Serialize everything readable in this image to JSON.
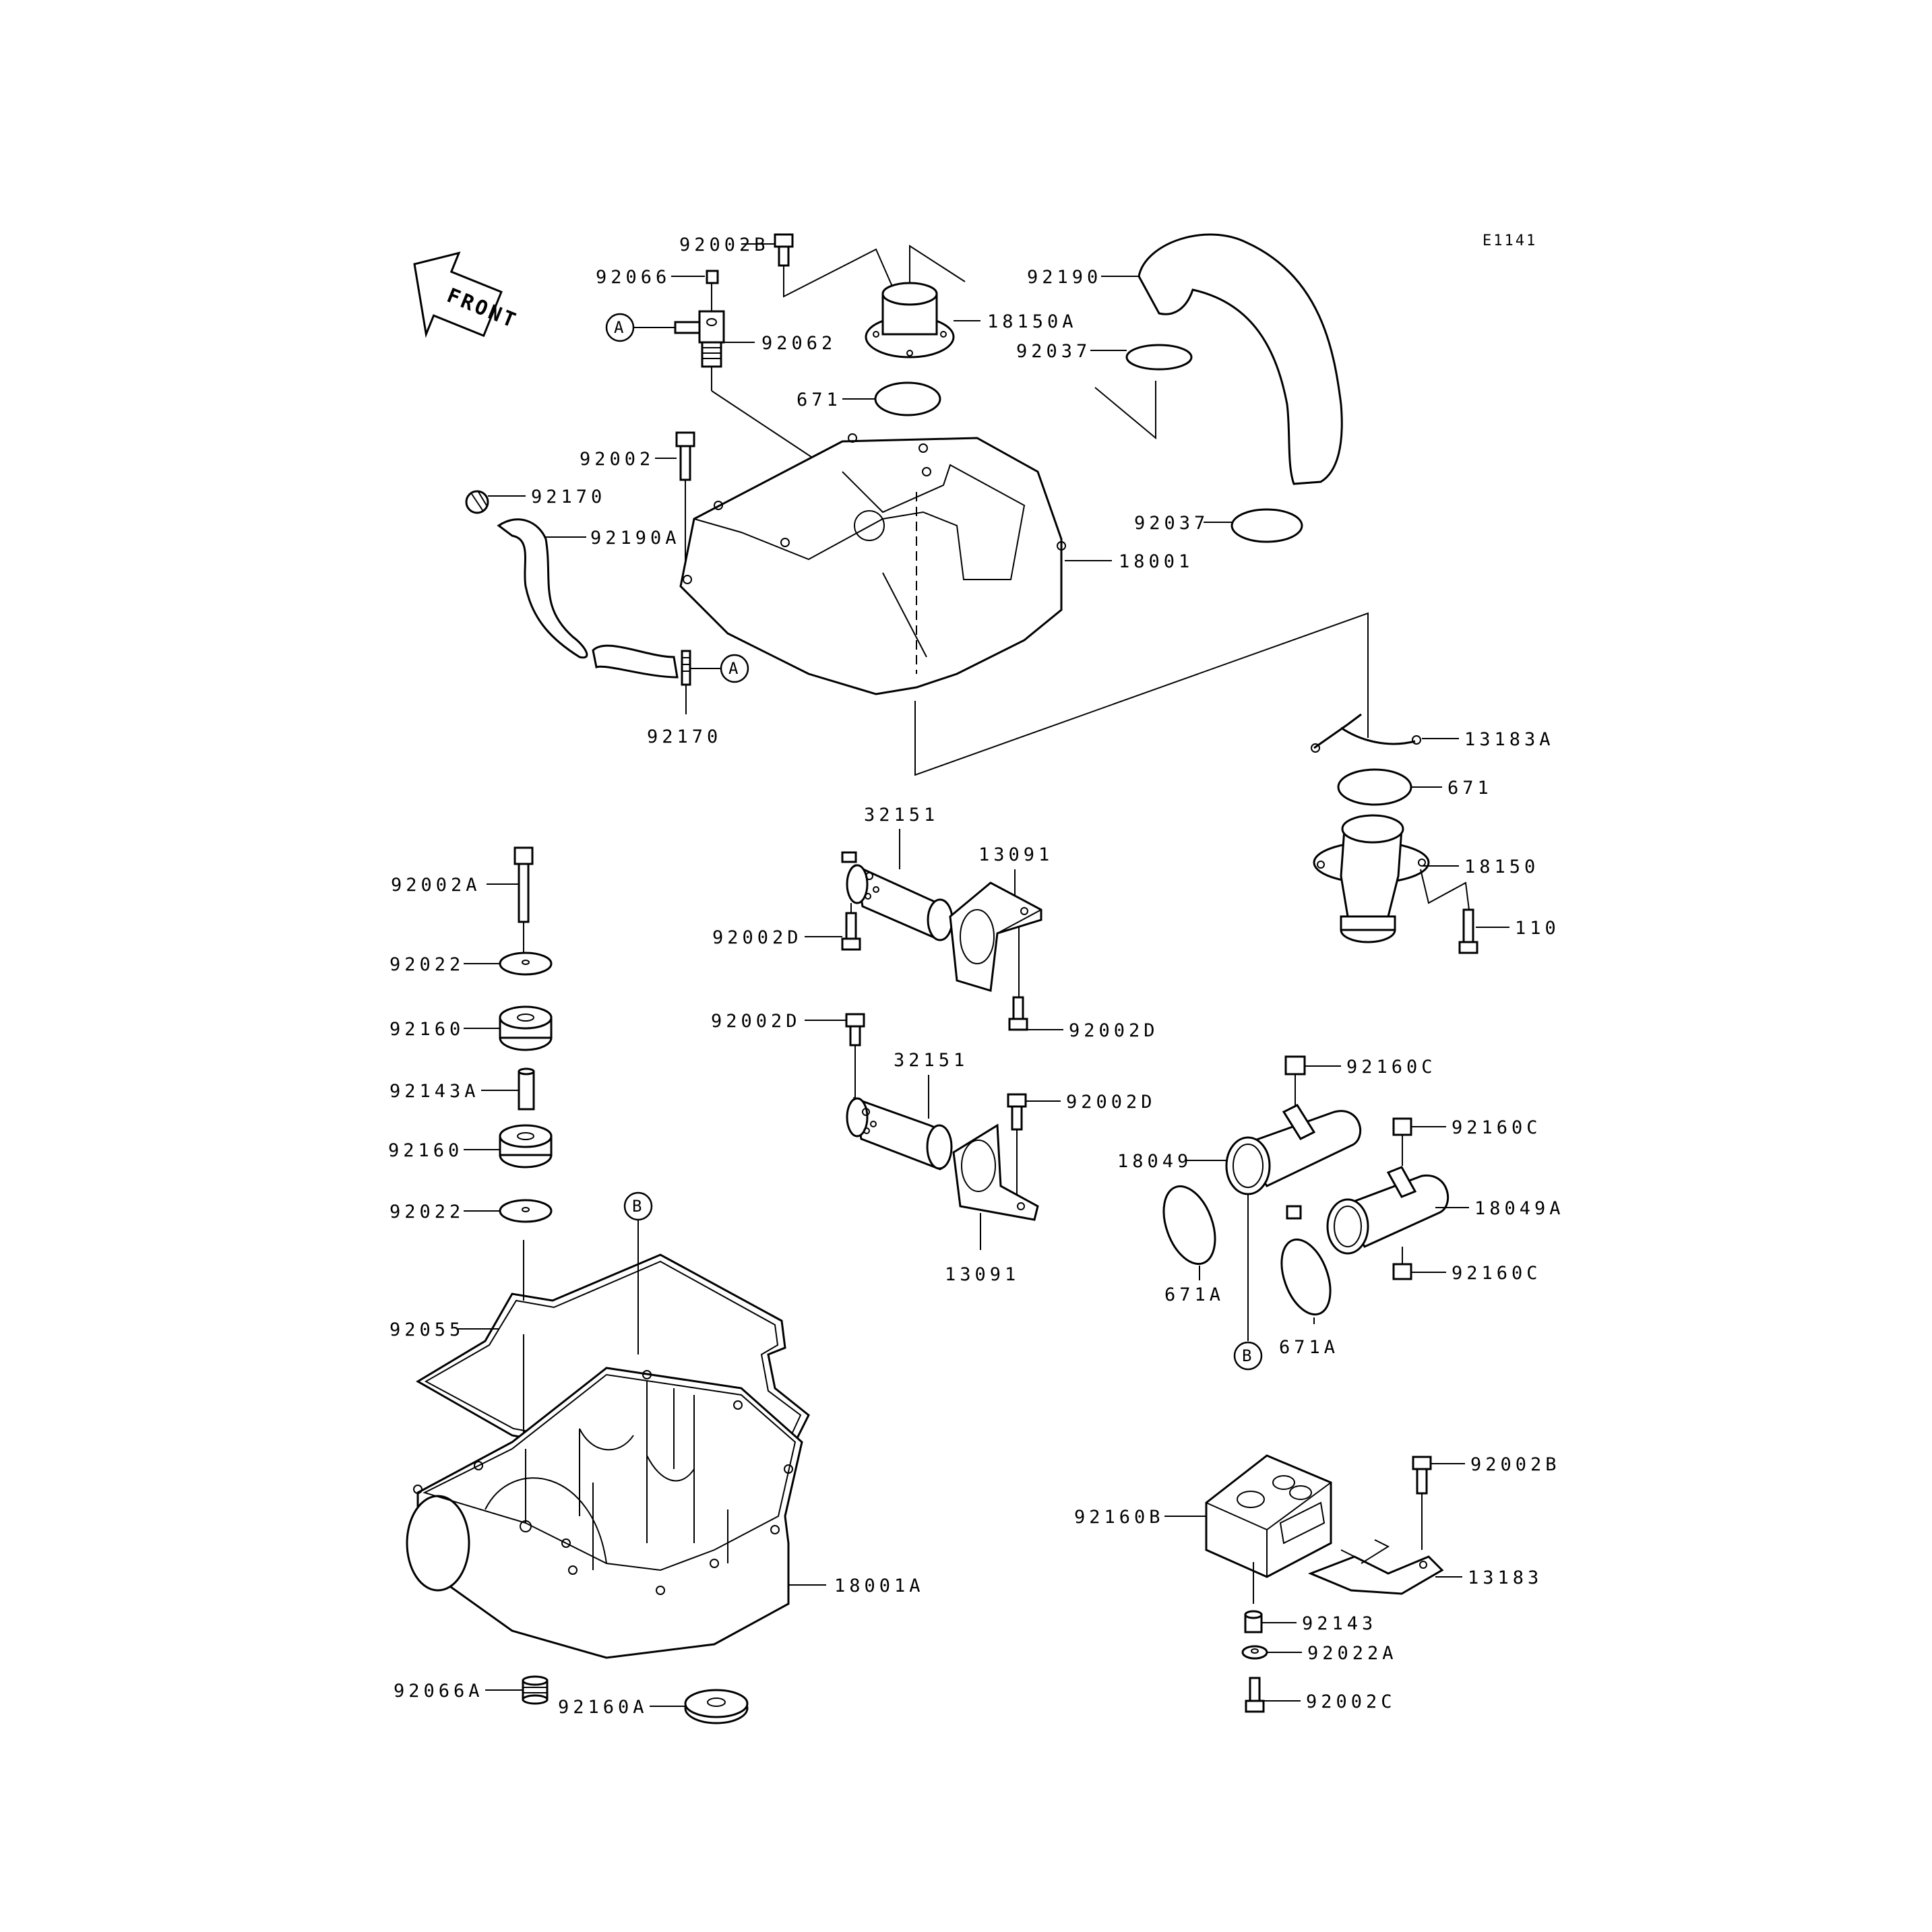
{
  "diagram_id": "E1141",
  "front_label": "FRONT",
  "refs": {
    "A": "A",
    "B": "B"
  },
  "labels": {
    "p92002B_top": "92002B",
    "p92066": "92066",
    "p92062": "92062",
    "p18150A": "18150A",
    "p671_top": "671",
    "p92190": "92190",
    "p92037_top": "92037",
    "p92037_mid": "92037",
    "p92002_top": "92002",
    "p92170_top": "92170",
    "p92190A": "92190A",
    "p18001": "18001",
    "p92170_bot": "92170",
    "p13183A": "13183A",
    "p671_right": "671",
    "p18150": "18150",
    "p110": "110",
    "p92002A": "92002A",
    "p92022_top": "92022",
    "p92160_top": "92160",
    "p92143A": "92143A",
    "p92160_bot": "92160",
    "p92022_bot": "92022",
    "p92055": "92055",
    "p18001A": "18001A",
    "p92066A": "92066A",
    "p92160A": "92160A",
    "p32151_top": "32151",
    "p13091_top": "13091",
    "p92002D_1": "92002D",
    "p92002D_2": "92002D",
    "p92002D_3": "92002D",
    "p32151_bot": "32151",
    "p92002D_4": "92002D",
    "p13091_bot": "13091",
    "p92160C_1": "92160C",
    "p92160C_2": "92160C",
    "p92160C_3": "92160C",
    "p18049": "18049",
    "p18049A": "18049A",
    "p671A_1": "671A",
    "p671A_2": "671A",
    "p92002B_bot": "92002B",
    "p92160B": "92160B",
    "p13183": "13183",
    "p92143": "92143",
    "p92022A": "92022A",
    "p92002C": "92002C"
  }
}
